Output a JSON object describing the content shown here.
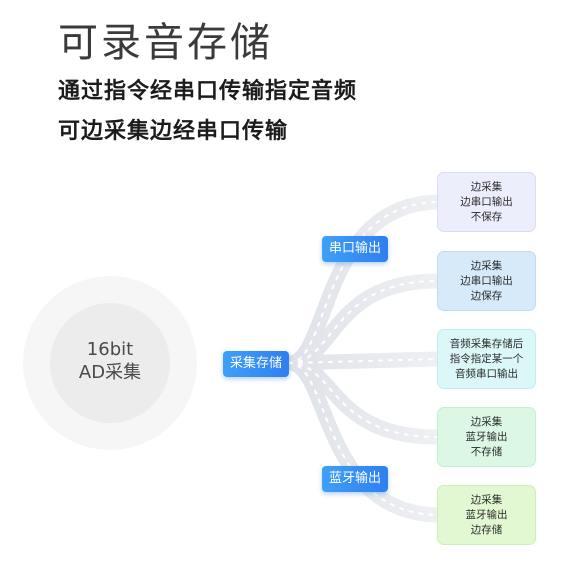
{
  "heading": {
    "title": "可录音存储",
    "subtitle1": "通过指令经串口传输指定音频",
    "subtitle2": "可边采集边经串口传输"
  },
  "core": {
    "line1": "16bit",
    "line2": "AD采集"
  },
  "tags": {
    "main": "采集存储",
    "serial": "串口输出",
    "bluetooth": "蓝牙输出"
  },
  "outputs": [
    {
      "lines": [
        "边采集",
        "边串口输出",
        "不保存"
      ],
      "color": "#eceefc"
    },
    {
      "lines": [
        "边采集",
        "边串口输出",
        "边保存"
      ],
      "color": "#d6eaf9"
    },
    {
      "lines": [
        "音频采集存储后",
        "指令指定某一个",
        "音频串口输出"
      ],
      "color": "#dcf7f7"
    },
    {
      "lines": [
        "边采集",
        "蓝牙输出",
        "不存储"
      ],
      "color": "#dcf8e4"
    },
    {
      "lines": [
        "边采集",
        "蓝牙输出",
        "边存储"
      ],
      "color": "#e2f8d2"
    }
  ],
  "colors": {
    "tag_accent": "#2f7ff0",
    "path": "#e3e5ea",
    "path_dash": "#ffffff"
  }
}
